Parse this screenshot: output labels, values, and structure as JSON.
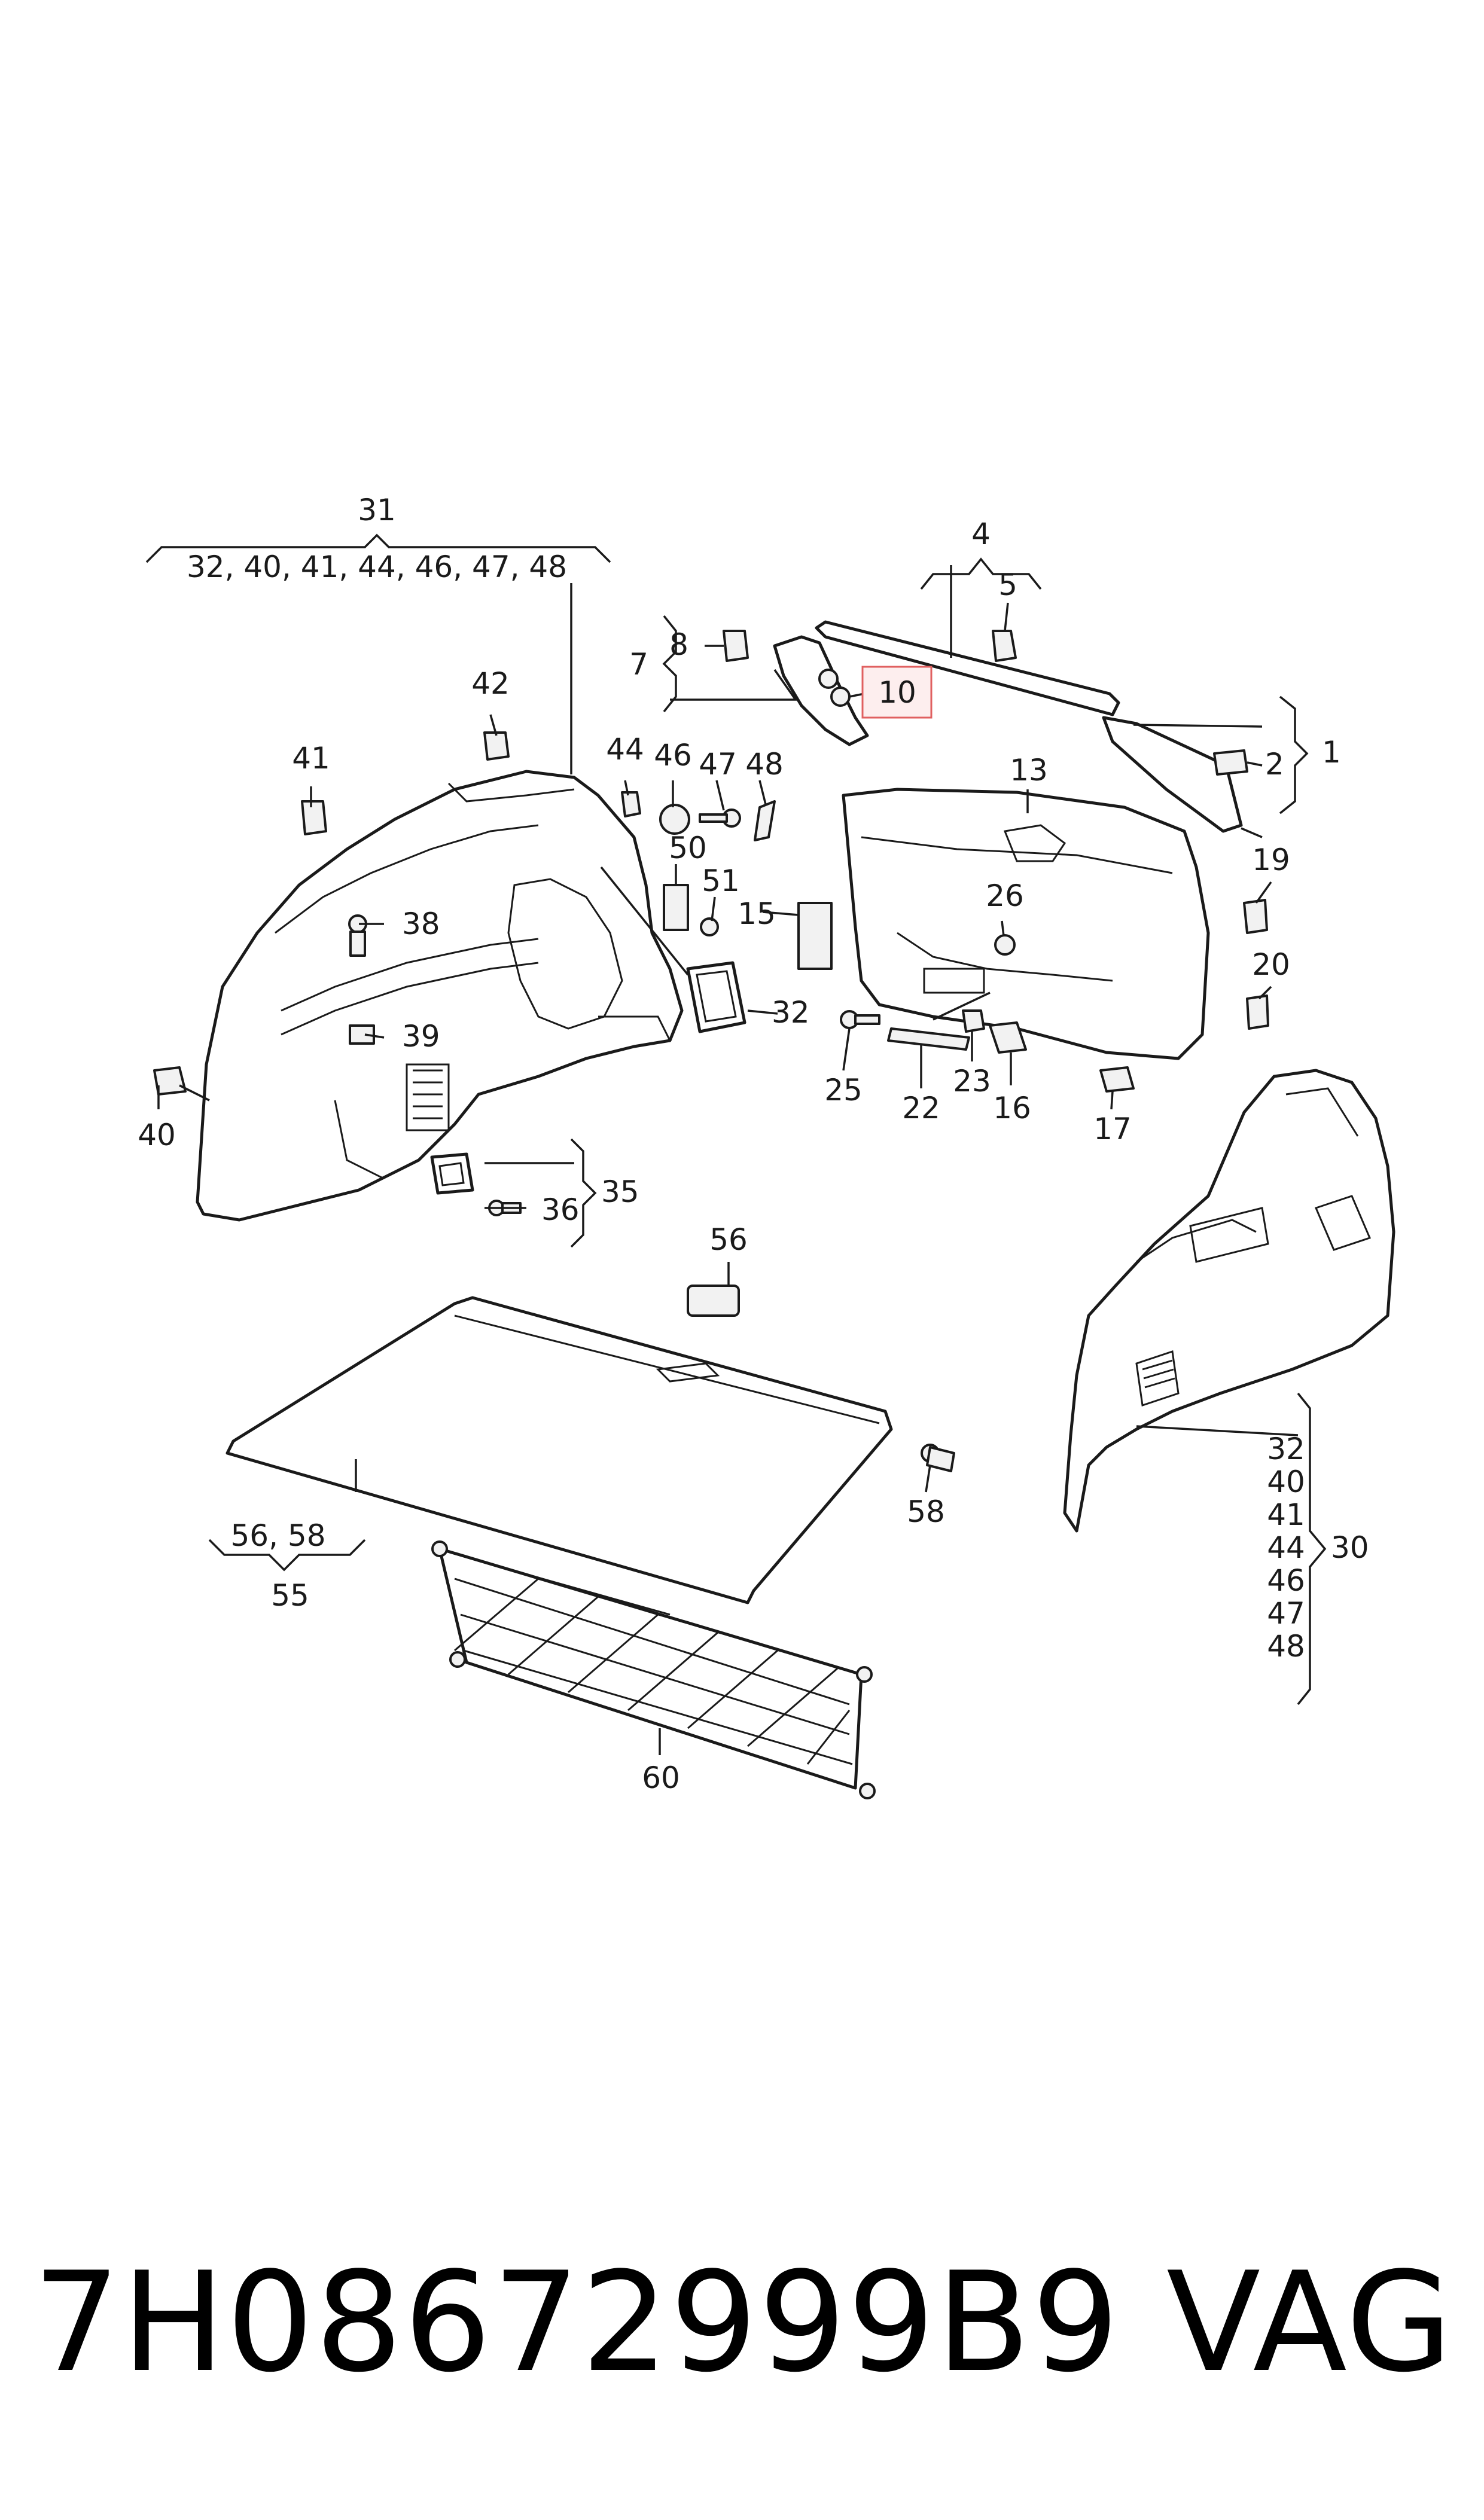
{
  "callouts": {
    "c1": "1",
    "c2": "2",
    "c4": "4",
    "c5": "5",
    "c7": "7",
    "c8": "8",
    "c10": "10",
    "c13": "13",
    "c15": "15",
    "c16": "16",
    "c17": "17",
    "c19": "19",
    "c20": "20",
    "c22": "22",
    "c23": "23",
    "c25": "25",
    "c26": "26",
    "c30": "30",
    "c31": "31",
    "c32a": "32",
    "c35": "35",
    "c36": "36",
    "c38": "38",
    "c39": "39",
    "c40": "40",
    "c41": "41",
    "c42": "42",
    "c44": "44",
    "c46": "46",
    "c47": "47",
    "c48": "48",
    "c50": "50",
    "c51": "51",
    "c55": "55",
    "c56": "56",
    "c58": "58",
    "c60": "60"
  },
  "groups": {
    "g31_list": "32, 40, 41, 44, 46, 47, 48",
    "g55_list": "56, 58",
    "g30_list": [
      "32",
      "40",
      "41",
      "44",
      "46",
      "47",
      "48"
    ]
  },
  "highlighted_callout": "10",
  "footer": {
    "part_number": "7H08672999B9",
    "brand": "VAG"
  },
  "colors": {
    "line": "#1a1a1a",
    "highlight_border": "#e06060",
    "highlight_fill": "#fdeeee"
  }
}
